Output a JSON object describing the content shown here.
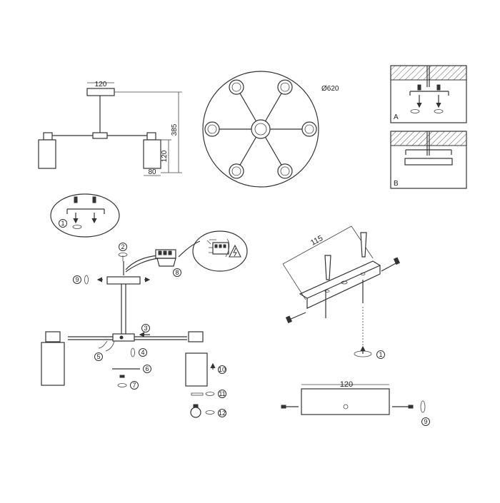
{
  "dimensions": {
    "canopy_width": "120",
    "total_height": "385",
    "shade_height": "120",
    "shade_width": "80",
    "diameter": "Ø620",
    "bracket_spacing": "115",
    "bracket_width": "120"
  },
  "panels": {
    "a_label": "A",
    "b_label": "B"
  },
  "steps": [
    "1",
    "2",
    "3",
    "4",
    "5",
    "6",
    "7",
    "8",
    "9",
    "10",
    "11",
    "12"
  ],
  "icons": [
    "screw-icon",
    "anchor-icon",
    "rotate-icon",
    "warning-icon",
    "bulb-icon",
    "arrow-icon"
  ]
}
